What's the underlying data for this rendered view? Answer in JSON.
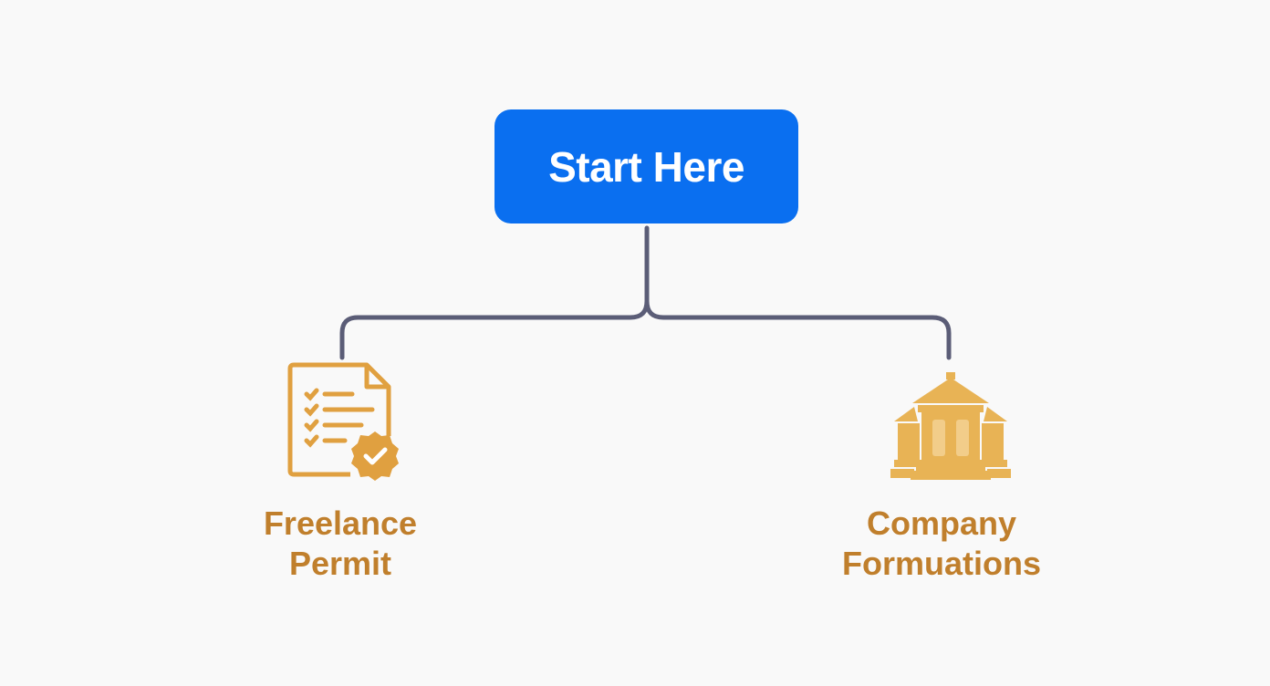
{
  "diagram": {
    "root": {
      "label": "Start Here",
      "color": "#0a6ff0"
    },
    "branches": [
      {
        "label_line1": "Freelance",
        "label_line2": "Permit",
        "icon": "document-checklist-badge-icon"
      },
      {
        "label_line1": "Company",
        "label_line2": "Formuations",
        "icon": "government-building-icon"
      }
    ],
    "colors": {
      "connector": "#5b5d77",
      "label": "#c07f2c",
      "icon": "#e0a040",
      "background": "#f9f9f9"
    }
  }
}
